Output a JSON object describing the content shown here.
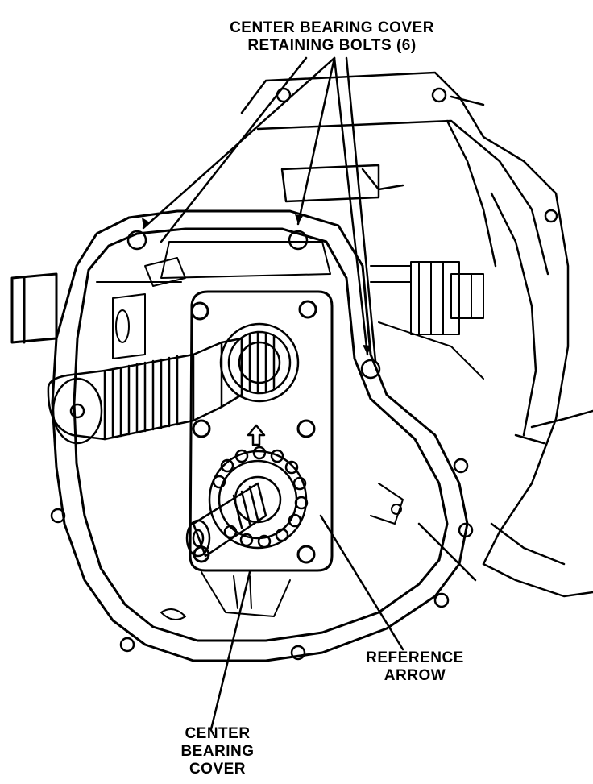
{
  "labels": {
    "bolts": {
      "line1": "CENTER BEARING COVER",
      "line2": "RETAINING BOLTS (6)"
    },
    "arrow": {
      "line1": "REFERENCE",
      "line2": "ARROW"
    },
    "cover": {
      "line1": "CENTER",
      "line2": "BEARING",
      "line3": "COVER"
    }
  },
  "colors": {
    "ink": "#000000",
    "paper": "#ffffff"
  }
}
